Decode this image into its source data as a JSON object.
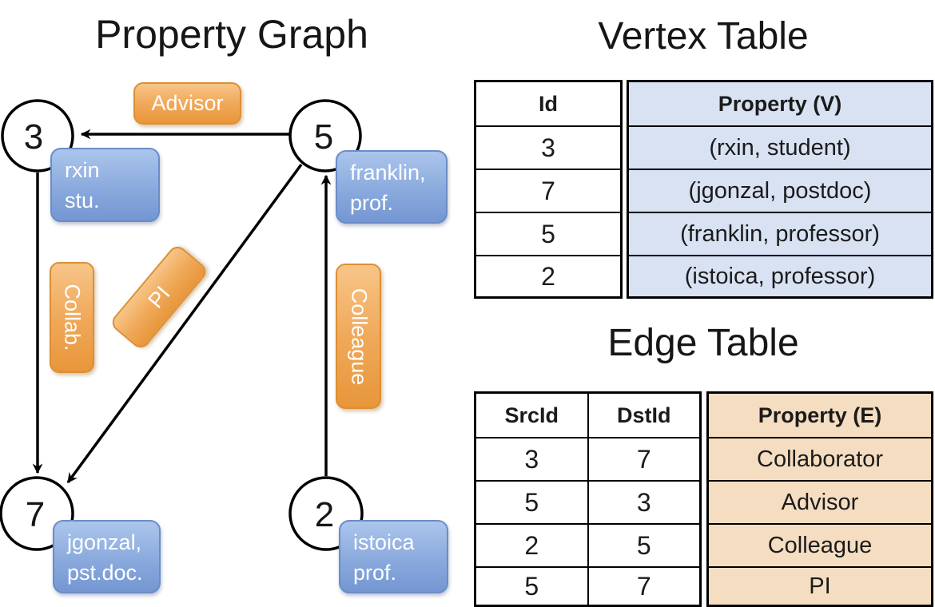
{
  "graph": {
    "title": "Property Graph",
    "nodes": [
      {
        "id": "3",
        "label_lines": [
          "rxin",
          "stu."
        ]
      },
      {
        "id": "5",
        "label_lines": [
          "franklin,",
          "prof."
        ]
      },
      {
        "id": "7",
        "label_lines": [
          "jgonzal,",
          "pst.doc."
        ]
      },
      {
        "id": "2",
        "label_lines": [
          "istoica",
          "prof."
        ]
      }
    ],
    "edges": [
      {
        "src": "5",
        "dst": "3",
        "label": "Advisor"
      },
      {
        "src": "3",
        "dst": "7",
        "label": "Collab."
      },
      {
        "src": "5",
        "dst": "7",
        "label": "PI"
      },
      {
        "src": "2",
        "dst": "5",
        "label": "Colleague"
      }
    ]
  },
  "vertex_table": {
    "title": "Vertex Table",
    "columns": [
      "Id",
      "Property (V)"
    ],
    "rows": [
      [
        "3",
        "(rxin, student)"
      ],
      [
        "7",
        "(jgonzal, postdoc)"
      ],
      [
        "5",
        "(franklin, professor)"
      ],
      [
        "2",
        "(istoica, professor)"
      ]
    ]
  },
  "edge_table": {
    "title": "Edge Table",
    "columns": [
      "SrcId",
      "DstId",
      "Property (E)"
    ],
    "rows": [
      [
        "3",
        "7",
        "Collaborator"
      ],
      [
        "5",
        "3",
        "Advisor"
      ],
      [
        "2",
        "5",
        "Colleague"
      ],
      [
        "5",
        "7",
        "PI"
      ]
    ]
  },
  "colors": {
    "edge_label_orange": "#F0A95A",
    "vertex_label_blue": "#7E9FD6",
    "vertex_property_bg": "#D8E2F3",
    "edge_property_bg": "#F5DDC1",
    "line_black": "#000000"
  }
}
